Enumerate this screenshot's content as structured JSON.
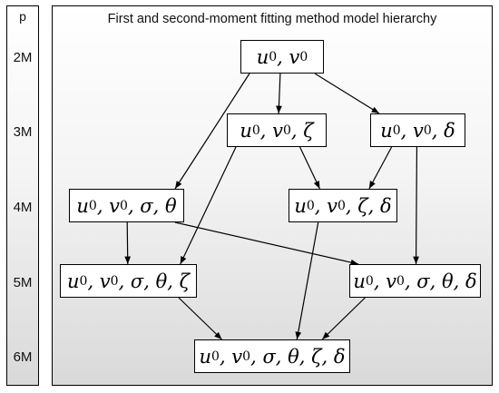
{
  "title": "First and second-moment fitting method model hierarchy",
  "level_header": "p",
  "levels": [
    "2M",
    "3M",
    "4M",
    "5M",
    "6M"
  ],
  "models": [
    {
      "id": "m2",
      "level": "2M",
      "parts": [
        "u",
        "0",
        ", v",
        "0"
      ]
    },
    {
      "id": "m3z",
      "level": "3M",
      "parts": [
        "u",
        "0",
        ", v",
        "0",
        ", ζ"
      ]
    },
    {
      "id": "m3d",
      "level": "3M",
      "parts": [
        "u",
        "0",
        ", v",
        "0",
        ", δ"
      ]
    },
    {
      "id": "m4st",
      "level": "4M",
      "parts": [
        "u",
        "0",
        ", v",
        "0",
        ", σ, θ"
      ]
    },
    {
      "id": "m4zd",
      "level": "4M",
      "parts": [
        "u",
        "0",
        ", v",
        "0",
        ", ζ, δ"
      ]
    },
    {
      "id": "m5z",
      "level": "5M",
      "parts": [
        "u",
        "0",
        ", v",
        "0",
        ", σ, θ, ζ"
      ]
    },
    {
      "id": "m5d",
      "level": "5M",
      "parts": [
        "u",
        "0",
        ", v",
        "0",
        ", σ, θ, δ"
      ]
    },
    {
      "id": "m6",
      "level": "6M",
      "parts": [
        "u",
        "0",
        ", v",
        "0",
        ", σ, θ, ζ, δ"
      ]
    }
  ],
  "edges": [
    [
      "m2",
      "m3z"
    ],
    [
      "m2",
      "m3d"
    ],
    [
      "m2",
      "m4st"
    ],
    [
      "m3z",
      "m4zd"
    ],
    [
      "m3z",
      "m5z"
    ],
    [
      "m3d",
      "m4zd"
    ],
    [
      "m3d",
      "m5d"
    ],
    [
      "m4st",
      "m5z"
    ],
    [
      "m4st",
      "m5d"
    ],
    [
      "m4zd",
      "m6"
    ],
    [
      "m5z",
      "m6"
    ],
    [
      "m5d",
      "m6"
    ]
  ]
}
